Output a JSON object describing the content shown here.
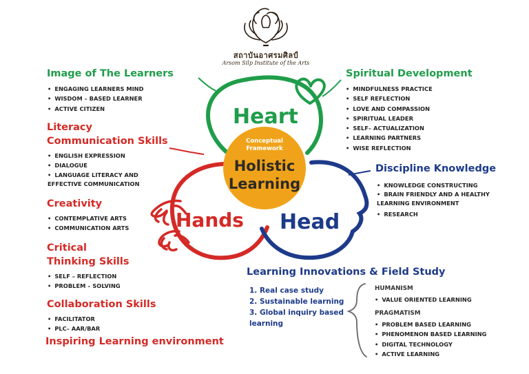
{
  "logo": {
    "thai_text": "สถาบันอาศรมศิลป์",
    "english_text": "Arsom Silp Institute of the Arts"
  },
  "center": {
    "conceptual_framework": "Conceptual Framework",
    "holistic_learning": "Holistic Learning"
  },
  "petals": {
    "heart": "Heart",
    "hands": "Hands",
    "head": "Head"
  },
  "sections": {
    "image_of_learners": {
      "title": "Image of The Learners",
      "items": [
        "ENGAGING LEARNERS MIND",
        "WISDOM – BASED LEARNER",
        "ACTIVE CITIZEN"
      ]
    },
    "literacy": {
      "title_line1": "Literacy",
      "title_line2": "Communication Skills",
      "items": [
        "ENGLISH EXPRESSION",
        "DIALOGUE",
        "LANGUAGE LITERACY AND EFFECTIVE COMMUNICATION"
      ]
    },
    "creativity": {
      "title": "Creativity",
      "items": [
        "CONTEMPLATIVE ARTS",
        "COMMUNICATION ARTS"
      ]
    },
    "critical_thinking": {
      "title_line1": "Critical",
      "title_line2": "Thinking Skills",
      "items": [
        "SELF – REFLECTION",
        "PROBLEM – SOLVING"
      ]
    },
    "collaboration": {
      "title": "Collaboration Skills",
      "items": [
        "FACILITATOR",
        "PLC– AAR/BAR"
      ]
    },
    "inspiring": {
      "title": "Inspiring Learning environment"
    },
    "spiritual": {
      "title": "Spiritual Development",
      "items": [
        "MINDFULNESS PRACTICE",
        "SELF REFLECTION",
        "LOVE AND COMPASSION",
        "SPIRITUAL LEADER",
        "SELF– ACTUALIZATION",
        "LEARNING PARTNERS",
        "WISE REFLECTION"
      ]
    },
    "discipline": {
      "title": "Discipline Knowledge",
      "items": [
        "KNOWLEDGE CONSTRUCTING",
        "BRAIN FRIENDLY AND A HEALTHY LEARNING ENVIRONMENT",
        "RESEARCH"
      ]
    },
    "innovations": {
      "title": "Learning Innovations & Field Study",
      "items": [
        "1. Real case study",
        "2. Sustainable learning",
        "3. Global inquiry based learning"
      ]
    },
    "humanism": {
      "title": "HUMANISM",
      "items": [
        "VALUE ORIENTED LEARNING"
      ]
    },
    "pragmatism": {
      "title": "PRAGMATISM",
      "items": [
        "PROBLEM BASED LEARNING",
        "PHENOMENON BASED LEARNING",
        "DIGITAL TECHNOLOGY",
        "ACTIVE LEARNING"
      ]
    }
  },
  "colors": {
    "green": "#1f9d4a",
    "red": "#d42a26",
    "blue": "#1d3a8a",
    "orange": "#f0a31a"
  }
}
